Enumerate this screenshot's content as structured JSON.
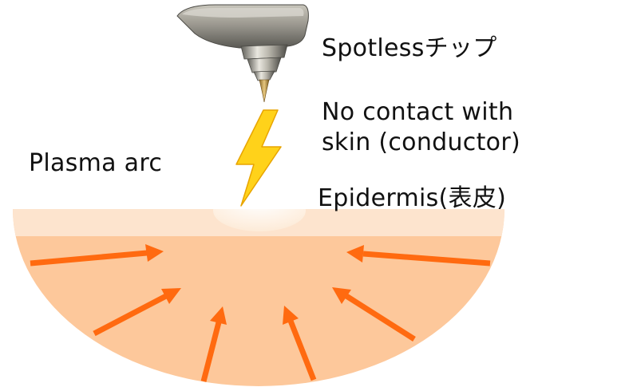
{
  "labels": {
    "tip": "Spotlessチップ",
    "contact_line1": "No contact with",
    "contact_line2": "skin (conductor)",
    "plasma": "Plasma arc",
    "epidermis": "Epidermis(表皮)"
  },
  "colors": {
    "skin_surface": "#fde4ce",
    "skin_body": "#fdc89b",
    "arrow": "#ff6a10",
    "bolt_fill": "#ffd21a",
    "bolt_edge": "#e8a400",
    "contact_glow": "#fff3e8",
    "metal_light": "#e6e4dc",
    "metal_dark": "#6b6a64"
  },
  "icons": [
    "lightning-bolt-icon",
    "probe-tip-icon",
    "arrow-icon"
  ]
}
